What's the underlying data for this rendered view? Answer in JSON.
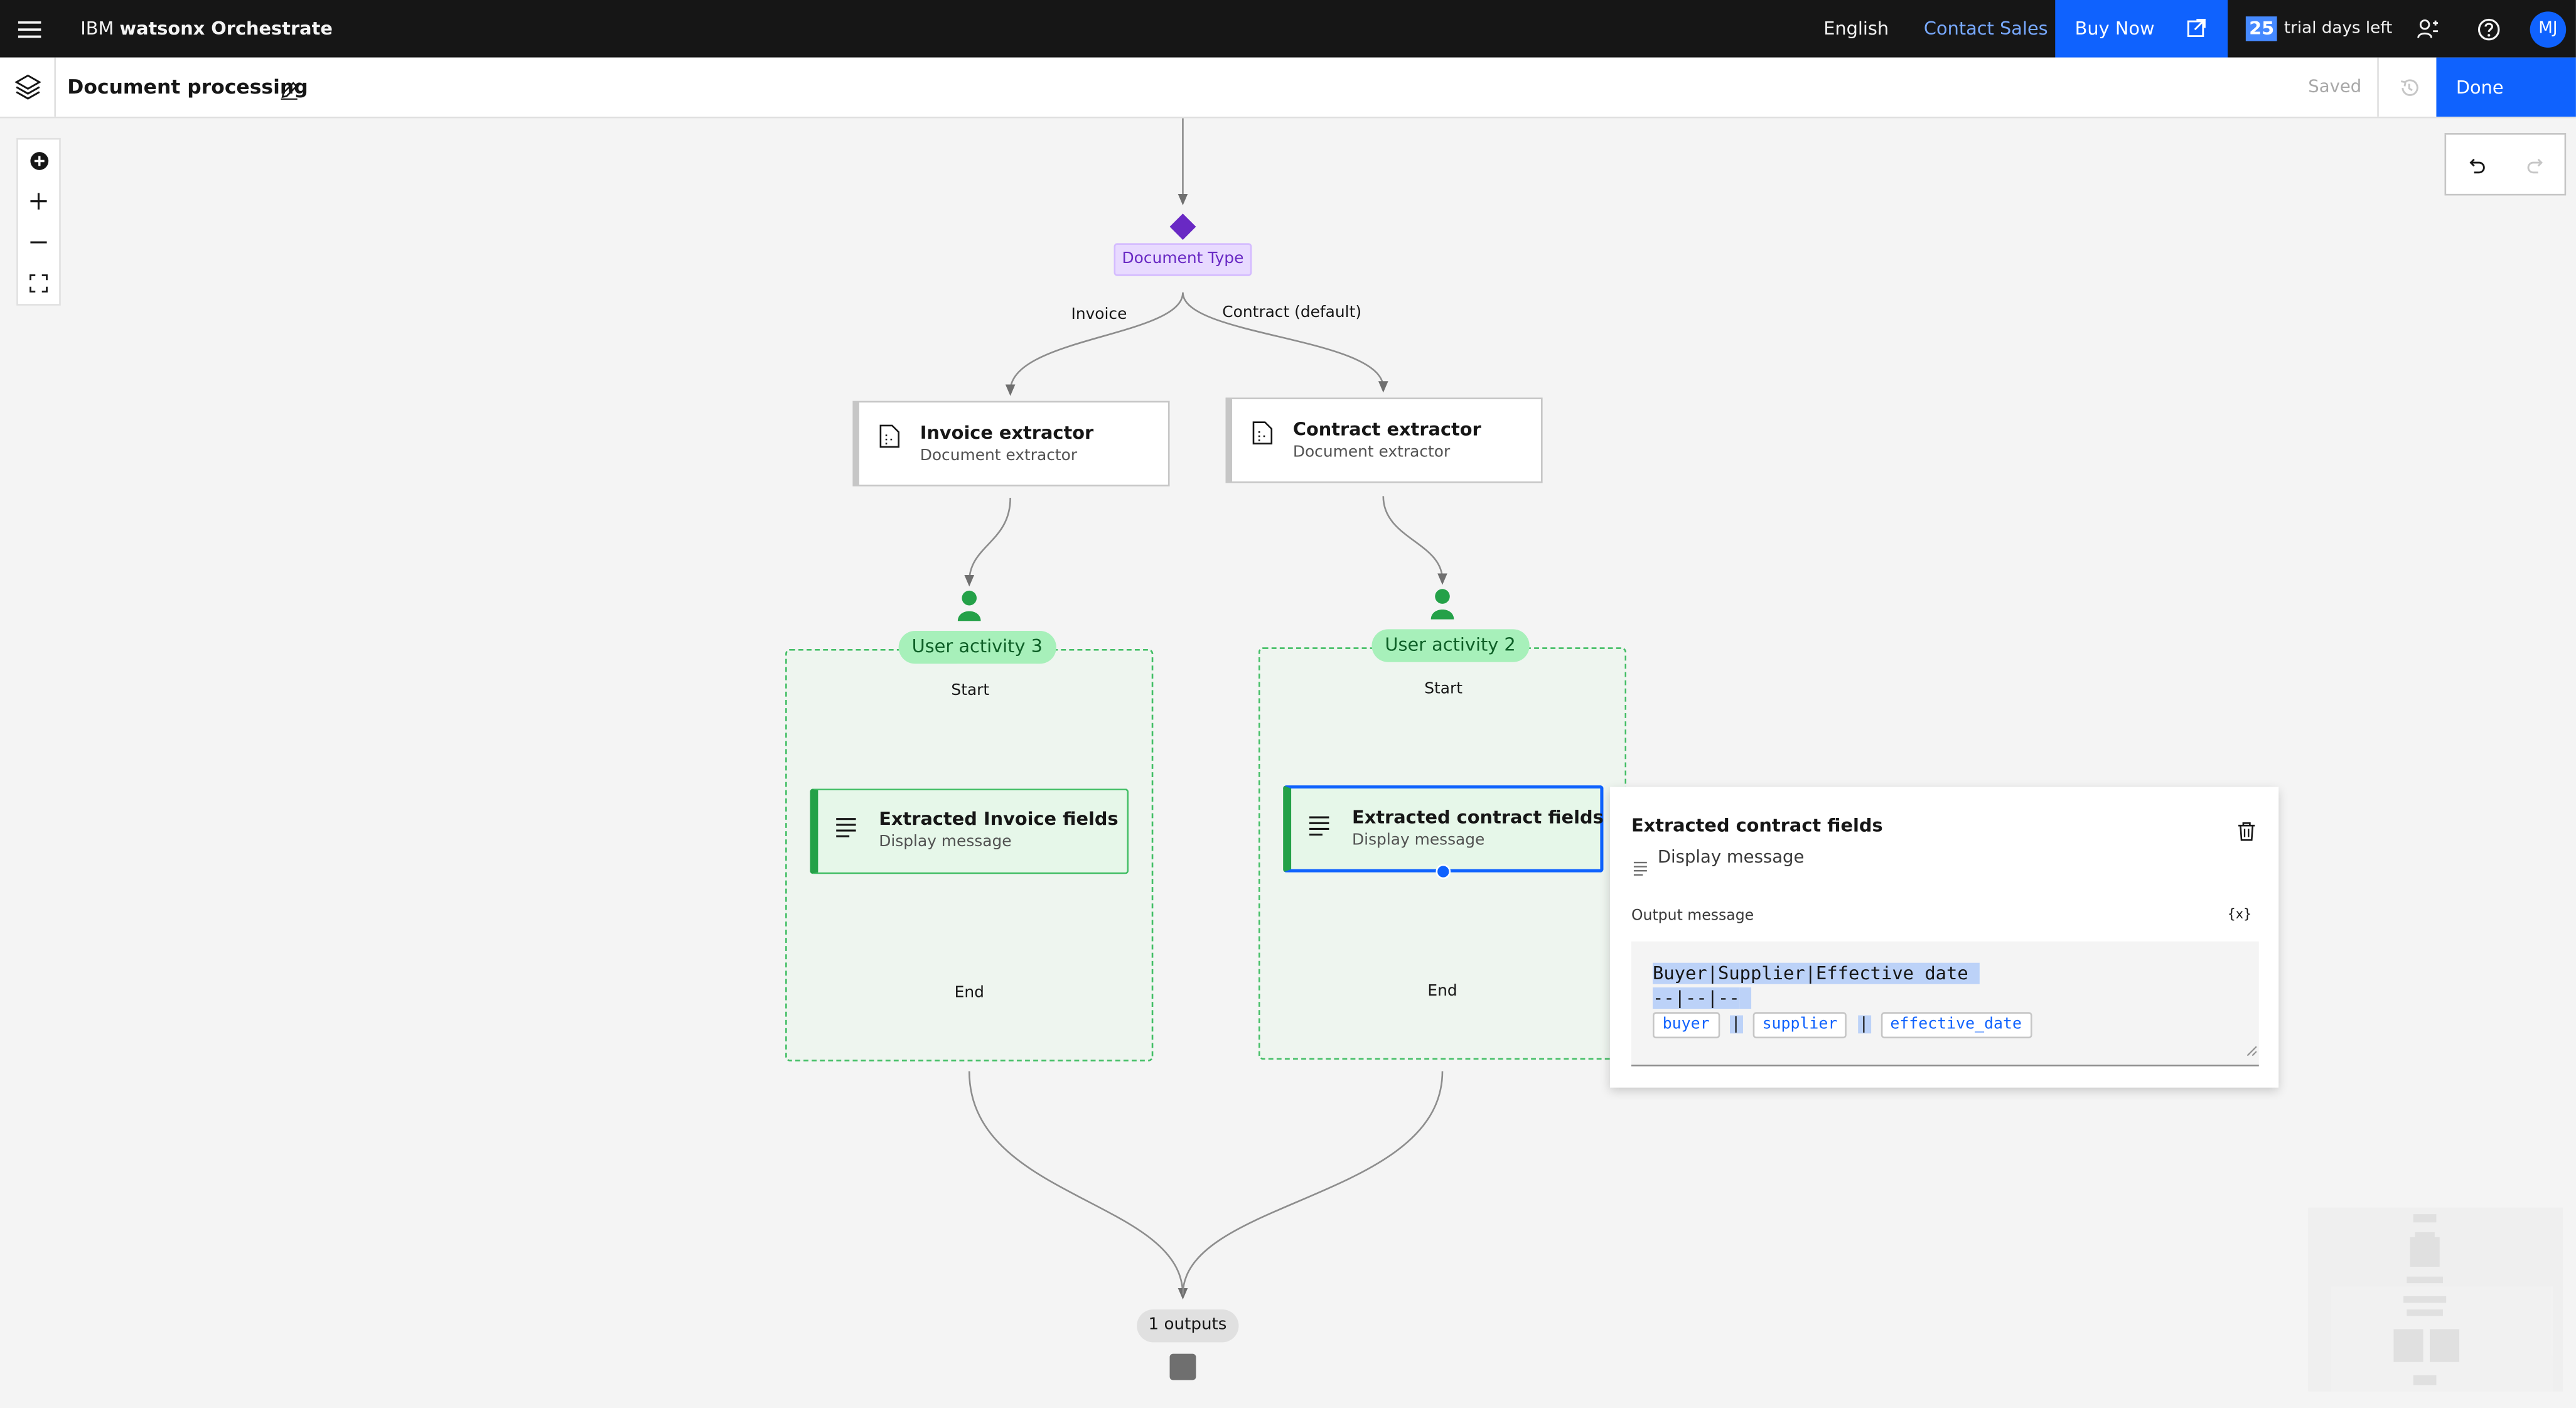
{
  "app": {
    "brand_prefix": "IBM ",
    "brand_name": "watsonx Orchestrate",
    "language": "English",
    "contact_sales": "Contact Sales",
    "buy_now": "Buy Now",
    "trial_days": "25",
    "trial_text": "trial days left",
    "avatar": "MJ"
  },
  "toolbar": {
    "title": "Document processing",
    "saved": "Saved",
    "done": "Done"
  },
  "flow": {
    "decision_label": "Document Type",
    "branch_invoice": "Invoice",
    "branch_contract": "Contract (default)",
    "nodes": [
      {
        "title": "Invoice extractor",
        "subtitle": "Document extractor"
      },
      {
        "title": "Contract extractor",
        "subtitle": "Document extractor"
      }
    ],
    "groups": [
      {
        "label": "User activity 3",
        "start": "Start",
        "end": "End",
        "message_title": "Extracted Invoice fields",
        "message_subtitle": "Display message"
      },
      {
        "label": "User activity 2",
        "start": "Start",
        "end": "End",
        "message_title": "Extracted contract fields",
        "message_subtitle": "Display message"
      }
    ],
    "outputs_label": "1 outputs"
  },
  "panel": {
    "title": "Extracted contract fields",
    "type": "Display message",
    "output_label": "Output message",
    "variable_icon": "{x}",
    "line1": "Buyer|Supplier|Effective date",
    "line2": "--|--|--",
    "chips": [
      "buyer",
      "supplier",
      "effective_date"
    ],
    "separator": "|"
  },
  "colors": {
    "topbar": "#161616",
    "accent": "#0f62fe",
    "decision": "#6929c4",
    "group_border": "#42be65",
    "user_icon": "#24a148"
  }
}
